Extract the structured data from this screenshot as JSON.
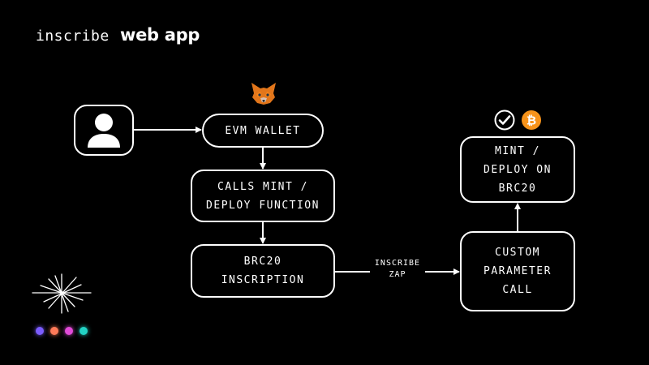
{
  "header": {
    "brand": "inscribe",
    "product": "web app"
  },
  "nodes": {
    "evm_wallet": [
      "EVM WALLET"
    ],
    "calls_mint": [
      "CALLS MINT /",
      "DEPLOY FUNCTION"
    ],
    "brc20_inscription": [
      "BRC20",
      "INSCRIPTION"
    ],
    "custom_parameter": [
      "CUSTOM",
      "PARAMETER",
      "CALL"
    ],
    "mint_deploy": [
      "MINT /",
      "DEPLOY ON",
      "BRC20"
    ]
  },
  "edge_label": [
    "INSCRIBE",
    "ZAP"
  ],
  "icons": {
    "user": "user-icon",
    "wallet": "metamask-fox-icon",
    "check": "checkmark-icon",
    "bitcoin": "bitcoin-icon",
    "sparkle": "sparkle-icon"
  },
  "colors": {
    "background": "#000000",
    "foreground": "#ffffff",
    "bitcoin": "#f7931a",
    "fox": "#e2761b",
    "dots": [
      "#7b5cff",
      "#ff7a59",
      "#e14bd8",
      "#22d3c5"
    ]
  }
}
